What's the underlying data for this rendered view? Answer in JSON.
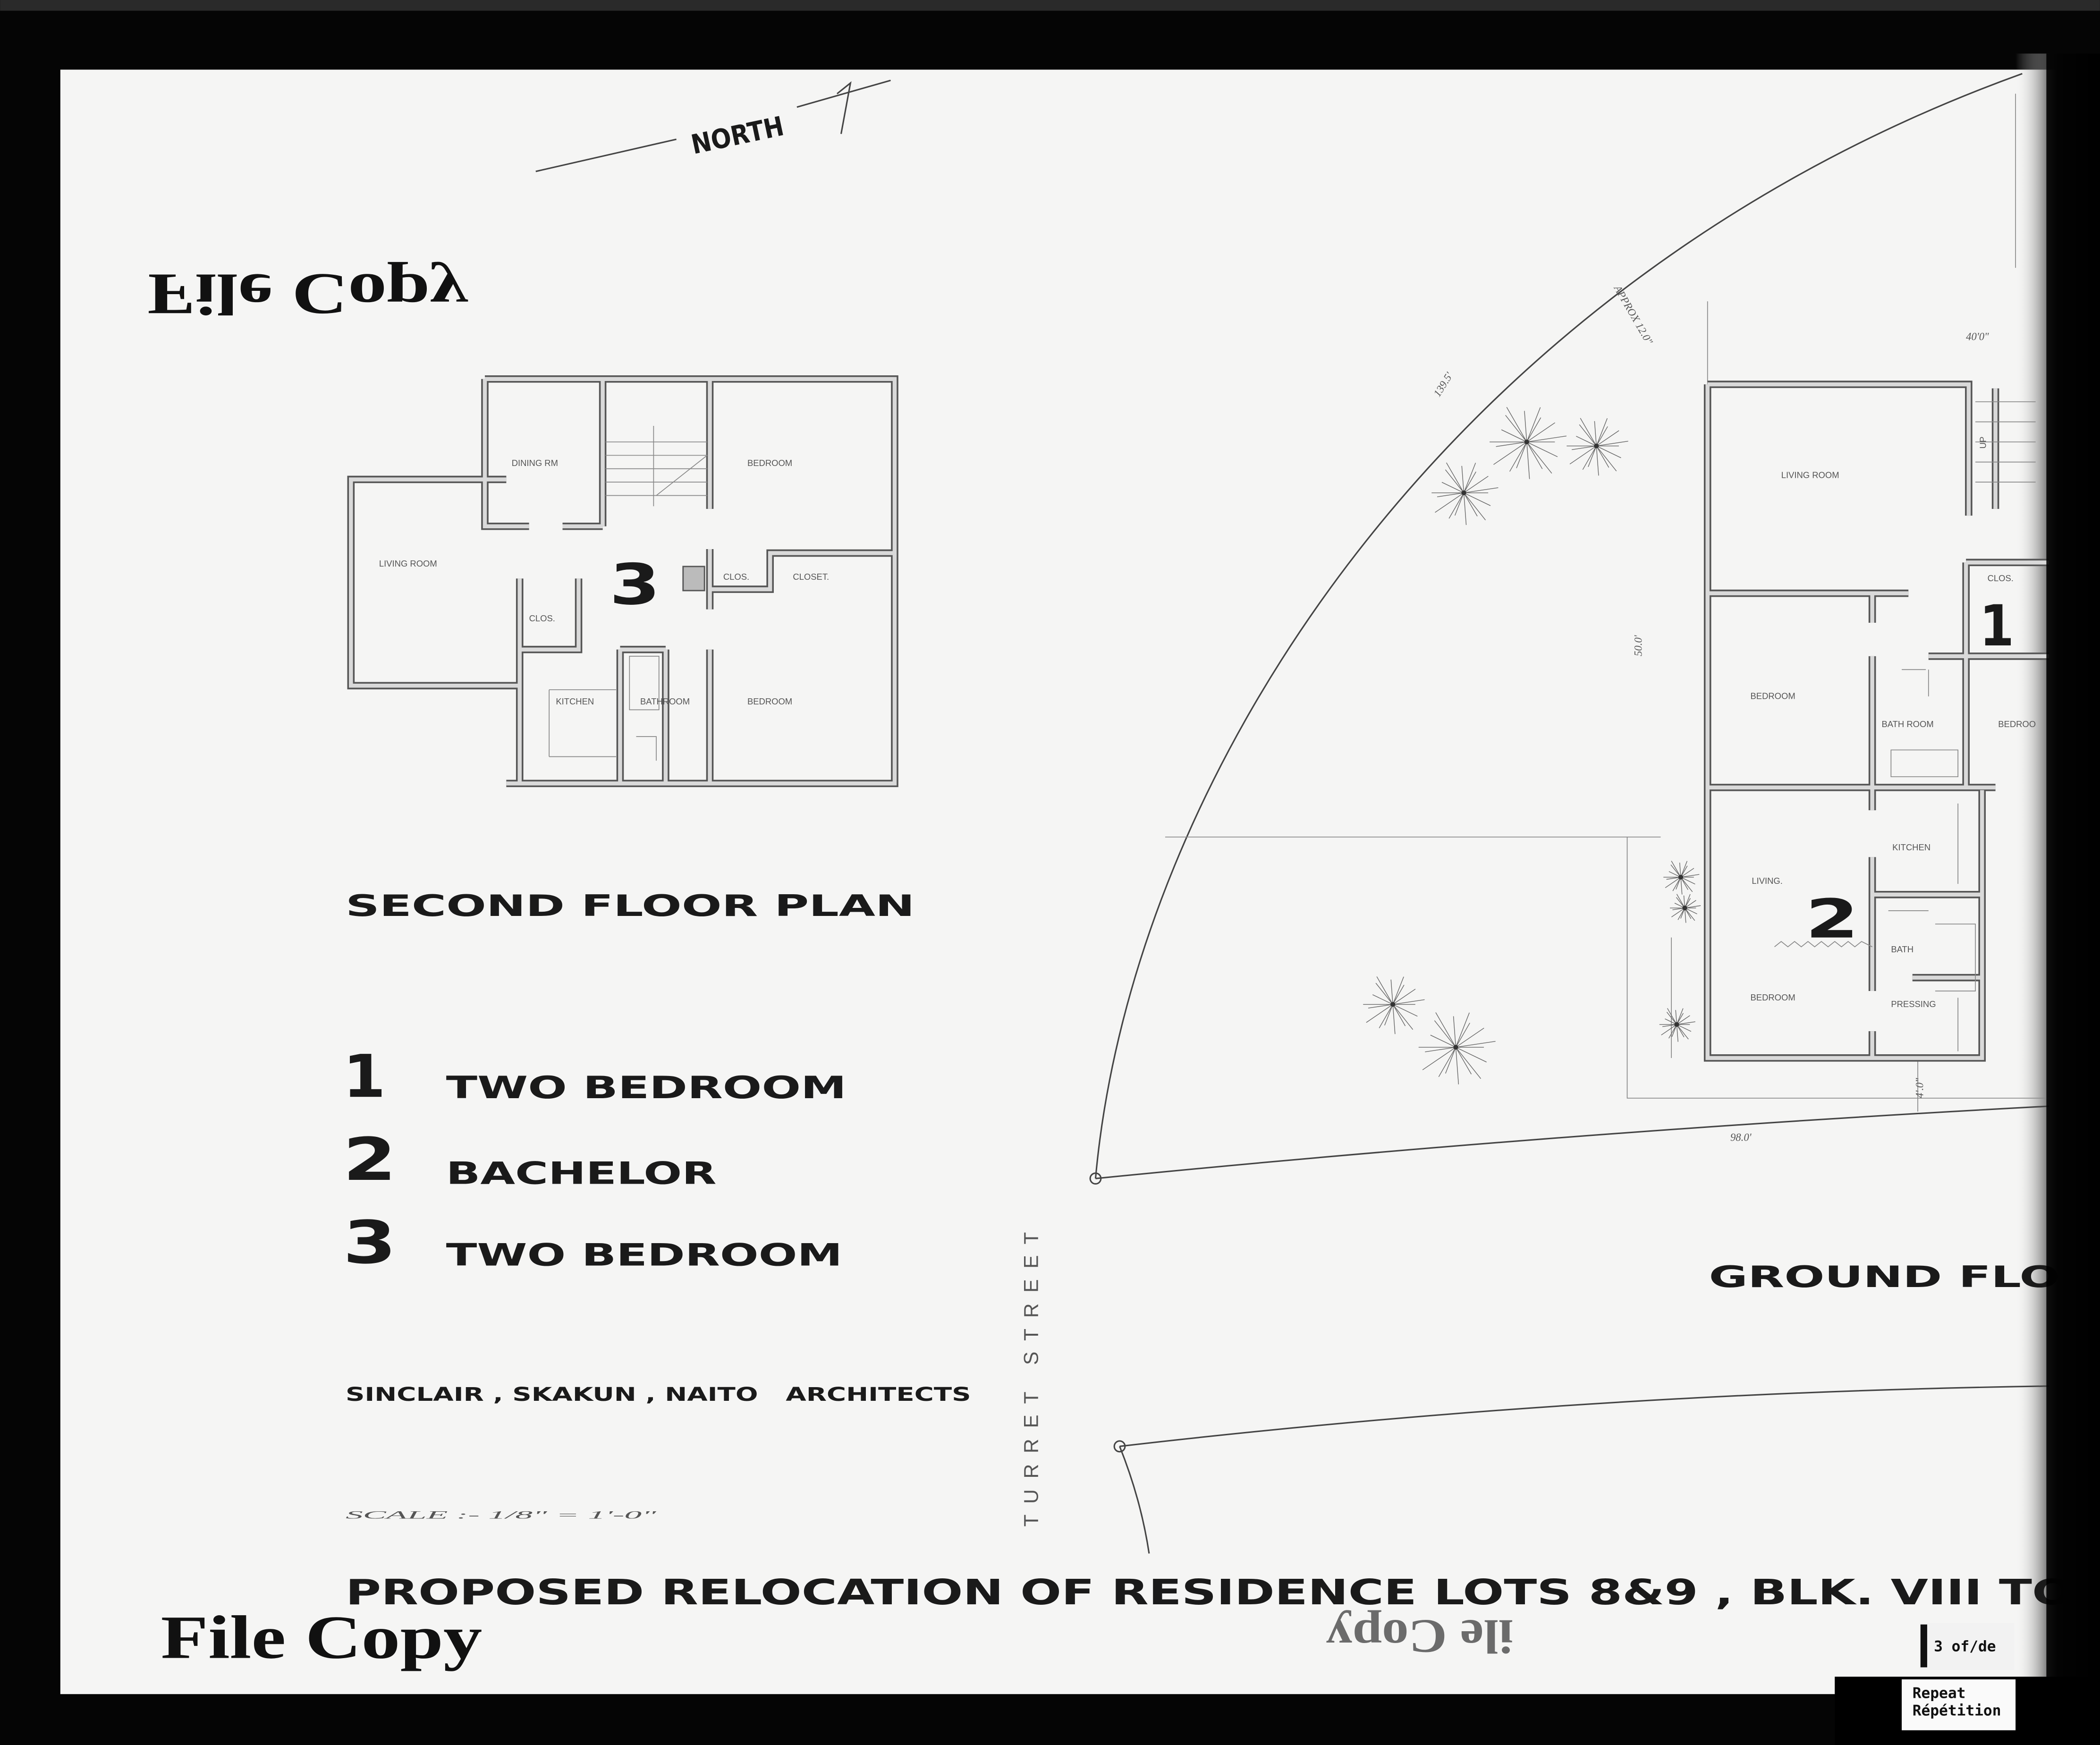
{
  "sheet": {
    "north_label": "NORTH",
    "file_copy_top": "File Copy",
    "file_copy_bottom": "File Copy",
    "file_copy_ghost": "ile Copy"
  },
  "second_floor": {
    "title": "SECOND FLOOR PLAN",
    "unit_number": "3",
    "rooms": {
      "dining": "DINING RM",
      "bedroom_top": "BEDROOM",
      "living": "LIVING ROOM",
      "clos_a": "CLOS.",
      "closet": "CLOSET.",
      "clos_b": "CLOS.",
      "kitchen": "KITCHEN",
      "bathroom": "BATHROOM",
      "bedroom_bottom": "BEDROOM"
    }
  },
  "legend": [
    {
      "number": "1",
      "label": "TWO BEDROOM"
    },
    {
      "number": "2",
      "label": "BACHELOR"
    },
    {
      "number": "3",
      "label": "TWO BEDROOM"
    }
  ],
  "architects": "SINCLAIR , SKAKUN , NAITO   ARCHITECTS",
  "scale": "SCALE :- 1/8\" = 1'-0\"",
  "street": "TURRET STREET",
  "site_dims": {
    "arc": "139.5'",
    "setback": "APPROX 12.0\"",
    "width": "40'0\"",
    "depth": "50.0'",
    "front": "4'.0\"",
    "lot": "98.0'"
  },
  "ground_floor": {
    "title": "GROUND FLO",
    "unit_1": "1",
    "unit_2": "2",
    "rooms": {
      "living_room": "LIVING ROOM",
      "clos": "CLOS.",
      "bedroom_1": "BEDROOM",
      "bathroom_1": "BATH ROOM",
      "bedroom_1b": "BEDROO",
      "kitchen": "KITCHEN",
      "living_2": "LIVING.",
      "bath_2": "BATH",
      "bedroom_2": "BEDROOM",
      "pressing": "PRESSING",
      "up": "UP"
    }
  },
  "project_title": "PROPOSED RELOCATION OF RESIDENCE LOTS 8&9 , BLK. VIII TO",
  "frame_labels": {
    "sheet_count": "3 of/de",
    "repeat": "Repeat",
    "repeat_fr": "Répétition"
  }
}
